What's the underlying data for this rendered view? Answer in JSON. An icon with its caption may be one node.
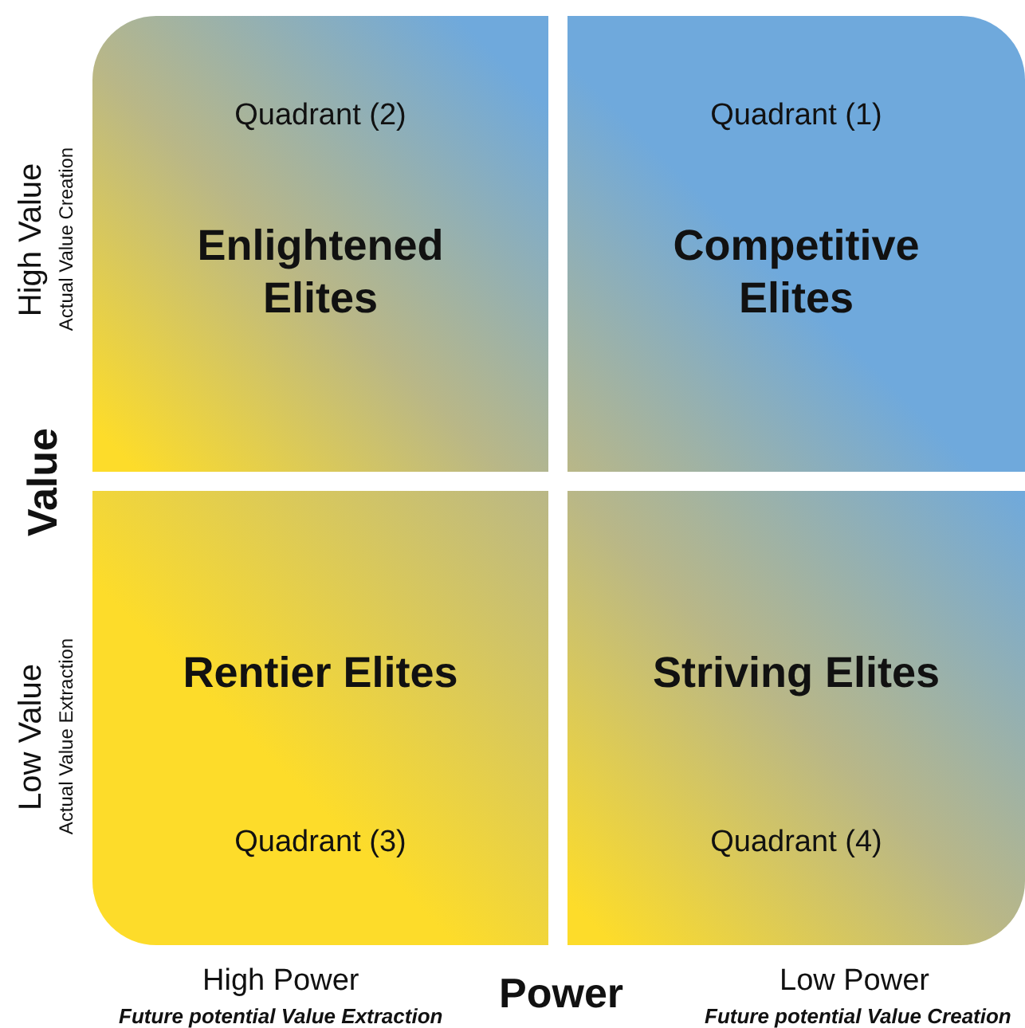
{
  "diagram": {
    "nodes": [
      {
        "text": [
          "Quadrant (2)",
          "Enlightened Elites"
        ]
      },
      {
        "text": [
          "Quadrant (1)",
          "Competitive Elites"
        ]
      },
      {
        "text": [
          "Rentier Elites",
          "Quadrant (3)"
        ]
      },
      {
        "text": [
          "Striving Elites",
          "Quadrant (4)"
        ]
      }
    ],
    "labels": [
      "High Value",
      "Actual Value Creation",
      "Value",
      "Low Value",
      "Actual Value Extraction",
      "High Power",
      "Future potential Value Extraction",
      "Power",
      "Low Power",
      "Future potential Value Creation"
    ]
  }
}
